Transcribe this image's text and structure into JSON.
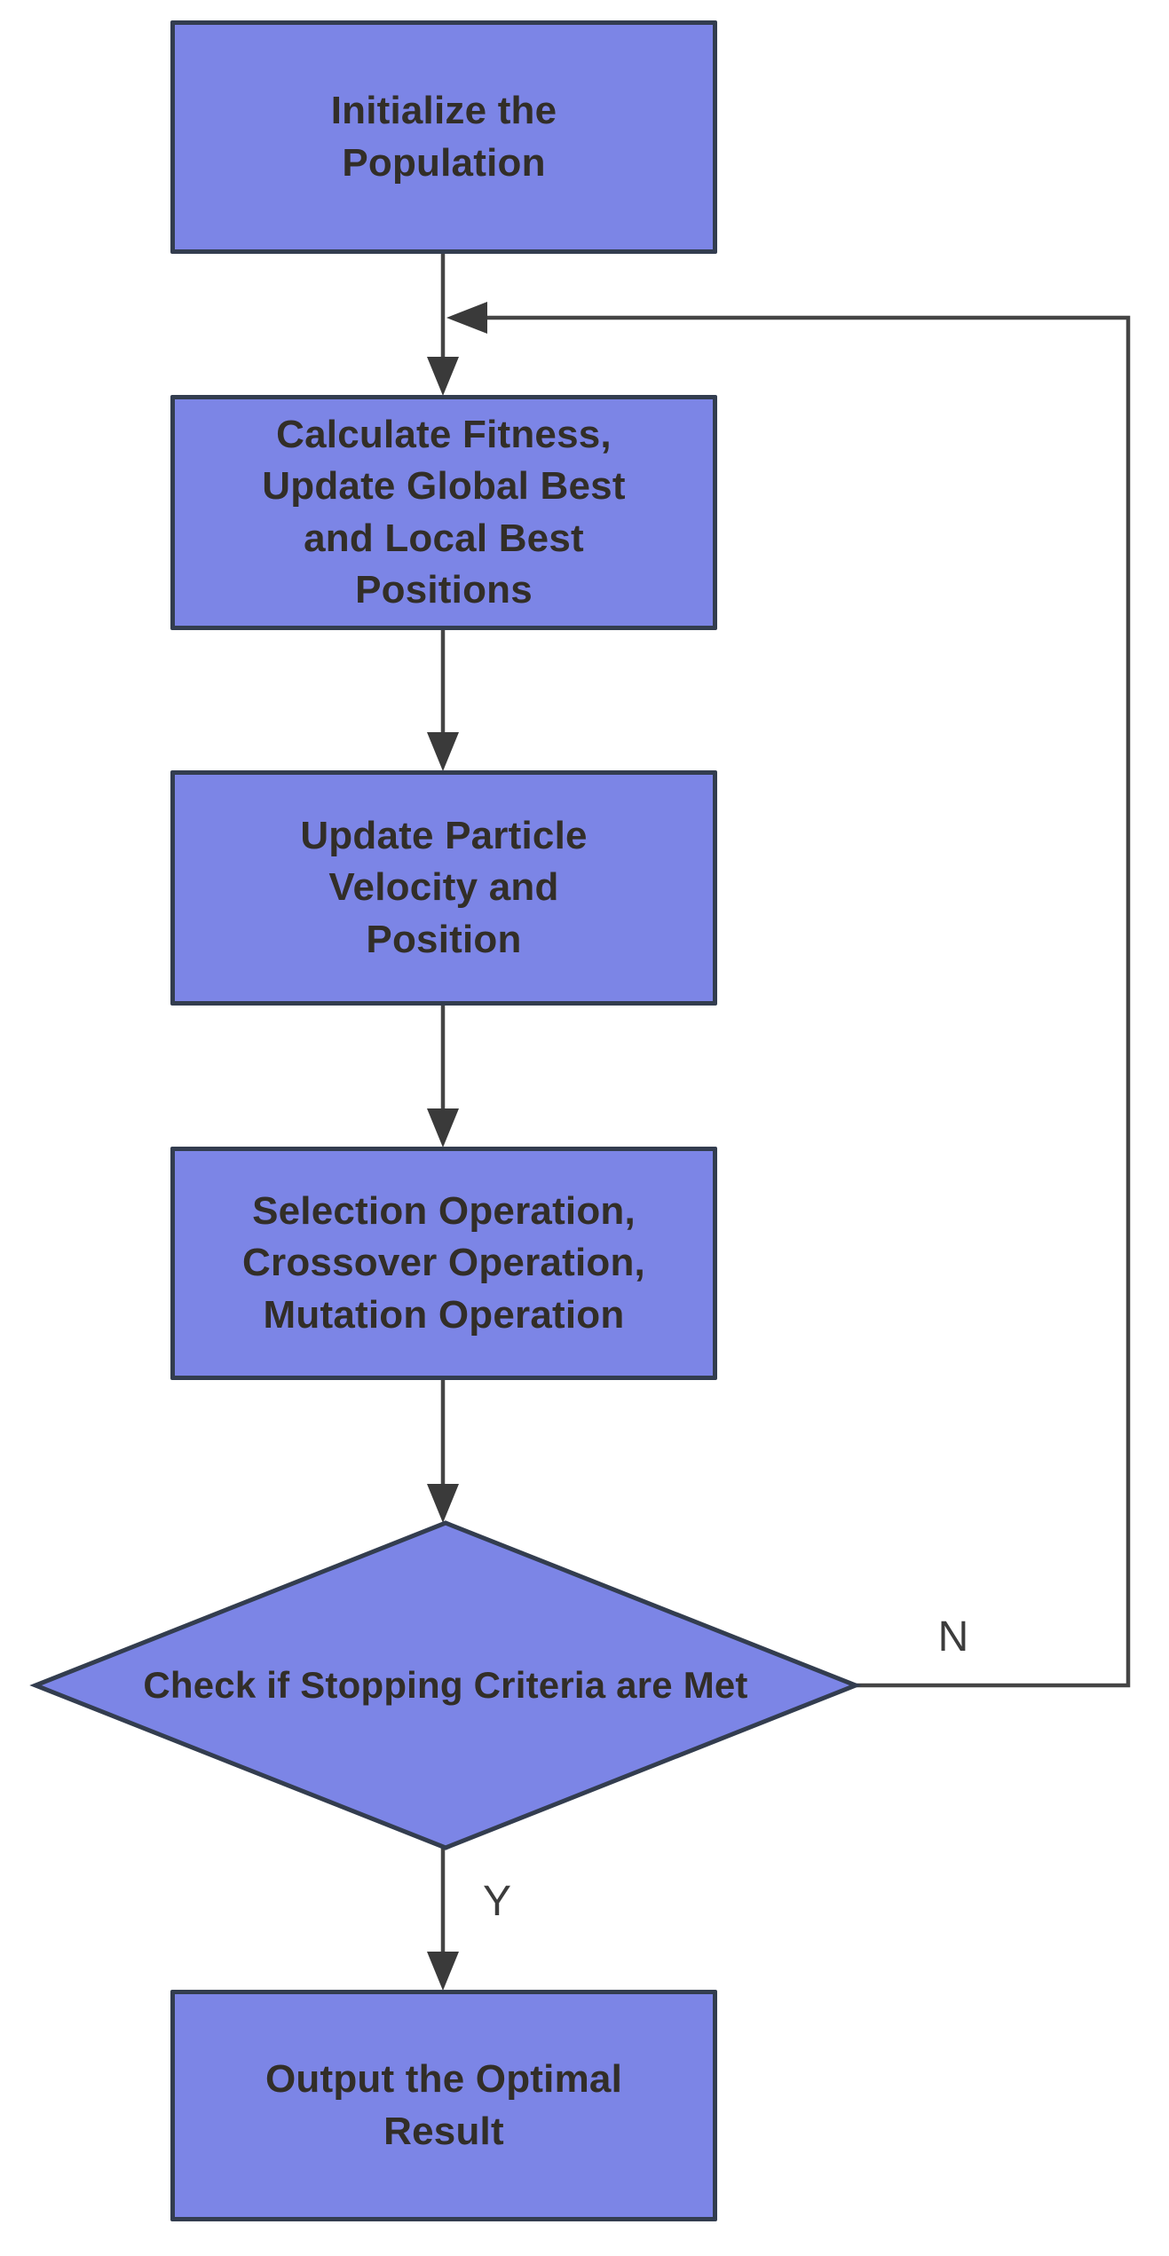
{
  "flowchart": {
    "background": "#FFFFFF",
    "colors": {
      "node_fill": "#7C85E6",
      "node_border": "#333D4F",
      "connector": "#454545",
      "node_text": "#322E28",
      "edge_label_text": "#3C3C3C"
    },
    "nodes": [
      {
        "id": "initialize-population",
        "type": "process",
        "label": "Initialize the\nPopulation"
      },
      {
        "id": "calculate-fitness",
        "type": "process",
        "label": "Calculate Fitness,\nUpdate Global Best\nand Local Best\nPositions"
      },
      {
        "id": "update-particle",
        "type": "process",
        "label": "Update Particle\nVelocity and\nPosition"
      },
      {
        "id": "genetic-operations",
        "type": "process",
        "label": "Selection Operation,\nCrossover Operation,\nMutation Operation"
      },
      {
        "id": "stopping-criteria",
        "type": "decision",
        "label": "Check if Stopping Criteria are Met"
      },
      {
        "id": "output-result",
        "type": "process",
        "label": "Output the Optimal\nResult"
      }
    ],
    "edge_labels": {
      "no": "N",
      "yes": "Y"
    }
  }
}
